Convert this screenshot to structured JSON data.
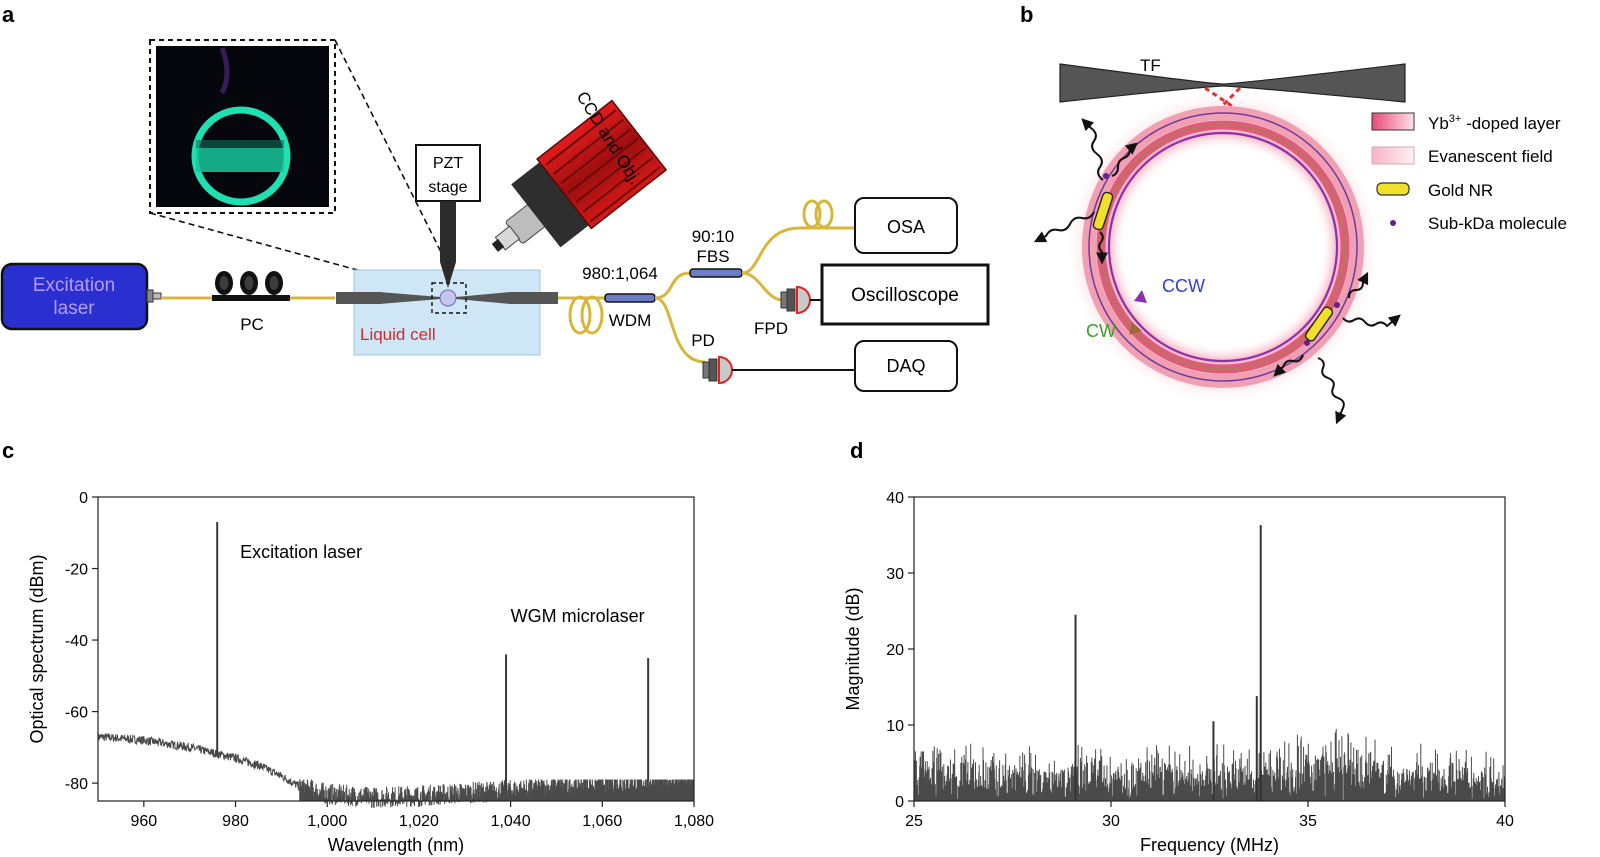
{
  "panels": {
    "a": {
      "letter": "a",
      "excitation_laser": [
        "Excitation",
        "laser"
      ],
      "pc": "PC",
      "pzt_stage": [
        "PZT",
        "stage"
      ],
      "ccd": "CCD and Obj.",
      "liquid_cell": "Liquid cell",
      "wdm_ratio": "980:1,064",
      "wdm": "WDM",
      "fbs_ratio": "90:10",
      "fbs": "FBS",
      "osa": "OSA",
      "oscilloscope": "Oscilloscope",
      "fpd": "FPD",
      "pd": "PD",
      "daq": "DAQ"
    },
    "b": {
      "letter": "b",
      "tf": "TF",
      "ccw": "CCW",
      "cw": "CW",
      "legend": {
        "yb_prefix": "Yb",
        "yb_sup": "3+",
        "yb_suffix": " -doped layer",
        "evanescent": "Evanescent field",
        "gold_nr": "Gold NR",
        "molecule": "Sub-kDa molecule"
      }
    },
    "c": {
      "letter": "c"
    },
    "d": {
      "letter": "d"
    }
  },
  "colors": {
    "laser_box": "#2a2fd0",
    "laser_text": "#b79cff",
    "fiber": "#d6b73a",
    "liquid_cell": "#cfe6f7",
    "liquid_cell_label": "#d12a2a",
    "camera_red": "#c51616",
    "ccw": "#2f3fd0",
    "cw": "#3aa12a",
    "trace": "#4a4a4a",
    "glow": "#ee6f8e",
    "gold": "#f0e02a",
    "molecule": "#6a1f8a"
  },
  "chart_data": [
    {
      "type": "line",
      "panel": "c",
      "xlabel": "Wavelength (nm)",
      "ylabel": "Optical spectrum (dBm)",
      "xlim": [
        950,
        1080
      ],
      "ylim": [
        -85,
        0
      ],
      "xticks": [
        960,
        980,
        1000,
        1020,
        1040,
        1060,
        1080
      ],
      "xtick_labels": [
        "960",
        "980",
        "1,000",
        "1,020",
        "1,040",
        "1,060",
        "1,080"
      ],
      "yticks": [
        0,
        -20,
        -40,
        -60,
        -80
      ],
      "yticks_labels": [
        "0",
        "-20",
        "-40",
        "-60",
        "-80"
      ],
      "baseline": [
        [
          950,
          -67
        ],
        [
          960,
          -68
        ],
        [
          970,
          -70
        ],
        [
          980,
          -73
        ],
        [
          985,
          -75
        ],
        [
          990,
          -78
        ],
        [
          994,
          -81
        ],
        [
          1000,
          -83
        ],
        [
          1010,
          -84
        ],
        [
          1020,
          -83.5
        ],
        [
          1040,
          -82
        ],
        [
          1060,
          -80
        ],
        [
          1080,
          -79
        ]
      ],
      "noise_amplitude": 3,
      "peaks": [
        {
          "x": 976,
          "y": -7
        },
        {
          "x": 1039,
          "y": -44
        },
        {
          "x": 1070,
          "y": -45
        }
      ],
      "annotations": [
        {
          "text": "Excitation laser",
          "x": 981,
          "y": -17
        },
        {
          "text": "WGM microlaser",
          "x": 1040,
          "y": -35
        }
      ],
      "grid": false
    },
    {
      "type": "line",
      "panel": "d",
      "xlabel": "Frequency (MHz)",
      "ylabel": "Magnitude (dB)",
      "xlim": [
        25,
        40
      ],
      "ylim": [
        0,
        40
      ],
      "xticks": [
        25,
        30,
        35,
        40
      ],
      "yticks": [
        0,
        10,
        20,
        30,
        40
      ],
      "noise_max": 8,
      "peaks": [
        {
          "x": 29.1,
          "y": 24.5
        },
        {
          "x": 32.6,
          "y": 10.5
        },
        {
          "x": 33.8,
          "y": 36.3
        },
        {
          "x": 33.7,
          "y": 13.8
        }
      ],
      "grid": false
    }
  ]
}
